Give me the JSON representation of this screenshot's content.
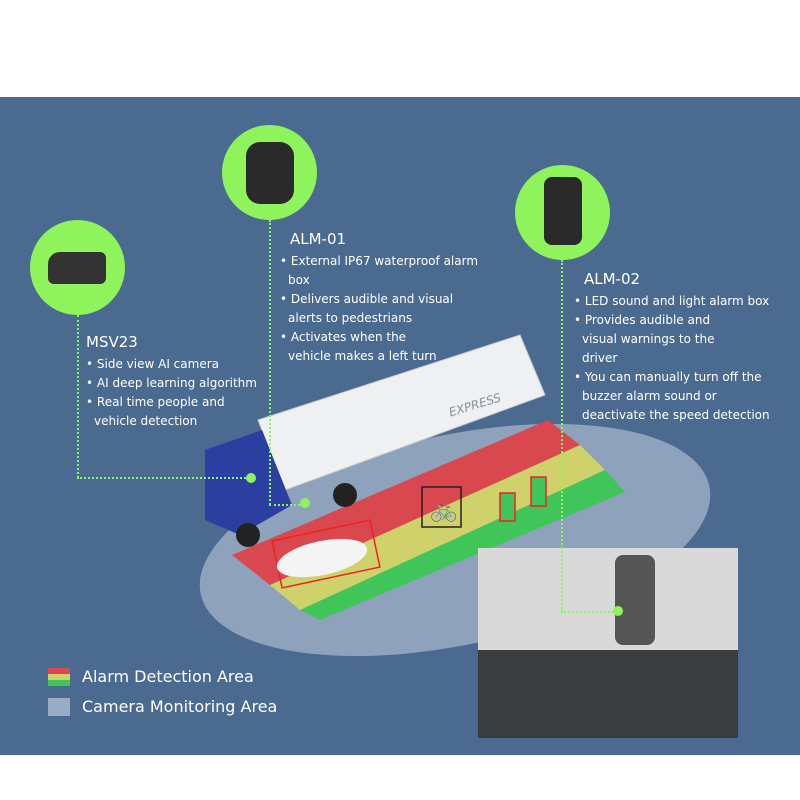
{
  "products": [
    {
      "title": "MSV23",
      "bullets": [
        "Side view AI camera",
        "AI deep learning algorithm",
        "Real time people and vehicle detection"
      ]
    },
    {
      "title": "ALM-01",
      "bullets": [
        "External IP67 waterproof alarm box",
        "Delivers audible and visual alerts to pedestrians",
        "Activates when the vehicle makes a left turn"
      ]
    },
    {
      "title": "ALM-02",
      "bullets": [
        "LED sound and light alarm box",
        "Provides audible and visual warnings to the driver",
        "You can manually turn off the buzzer alarm sound or deactivate the speed detection"
      ]
    }
  ],
  "truck_label": "EXPRESS",
  "legend": [
    {
      "label": "Alarm Detection Area"
    },
    {
      "label": "Camera Monitoring Area"
    }
  ],
  "colors": {
    "background": "#4a6a8f",
    "accent": "#8ff35c",
    "red": "#d9474f",
    "yellow": "#cfd16a",
    "green": "#3fc55a",
    "monitor": "#9aabc4"
  }
}
